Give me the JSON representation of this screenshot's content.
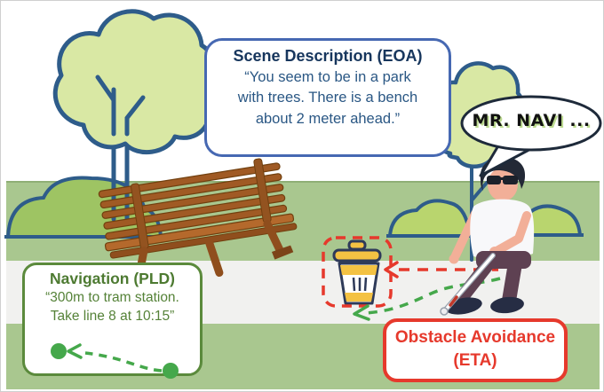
{
  "scene_box": {
    "title": "Scene Description (EOA)",
    "body_lines": [
      "“You seem to be in a park",
      "with trees. There is a bench",
      "about 2 meter ahead.”"
    ]
  },
  "speech_bubble": {
    "text": "MR. NAVI ..."
  },
  "navigation_box": {
    "title": "Navigation (PLD)",
    "body_lines": [
      "“300m to tram station.",
      "Take line 8 at 10:15”"
    ]
  },
  "obstacle_box": {
    "label_lines": [
      "Obstacle Avoidance",
      "(ETA)"
    ]
  },
  "icons": [
    "tree-icon",
    "bush-icon",
    "bench-icon",
    "trash-can-icon",
    "white-cane-icon",
    "speech-bubble",
    "route-arrow-icon"
  ],
  "colors": {
    "callout_blue_border": "#4668B2",
    "callout_blue_text": "#17365D",
    "callout_green_border": "#5B8A3C",
    "callout_green_text": "#4D7A31",
    "obstacle_red": "#E6392C",
    "route_green": "#45A84B",
    "grass": "#A9C78F",
    "walkway": "#F1F1EF",
    "tree_fill": "#D9E8A4",
    "outline_navy": "#2E5C8A",
    "bench_brown": "#A05A24",
    "trash_yellow": "#F4C243"
  }
}
